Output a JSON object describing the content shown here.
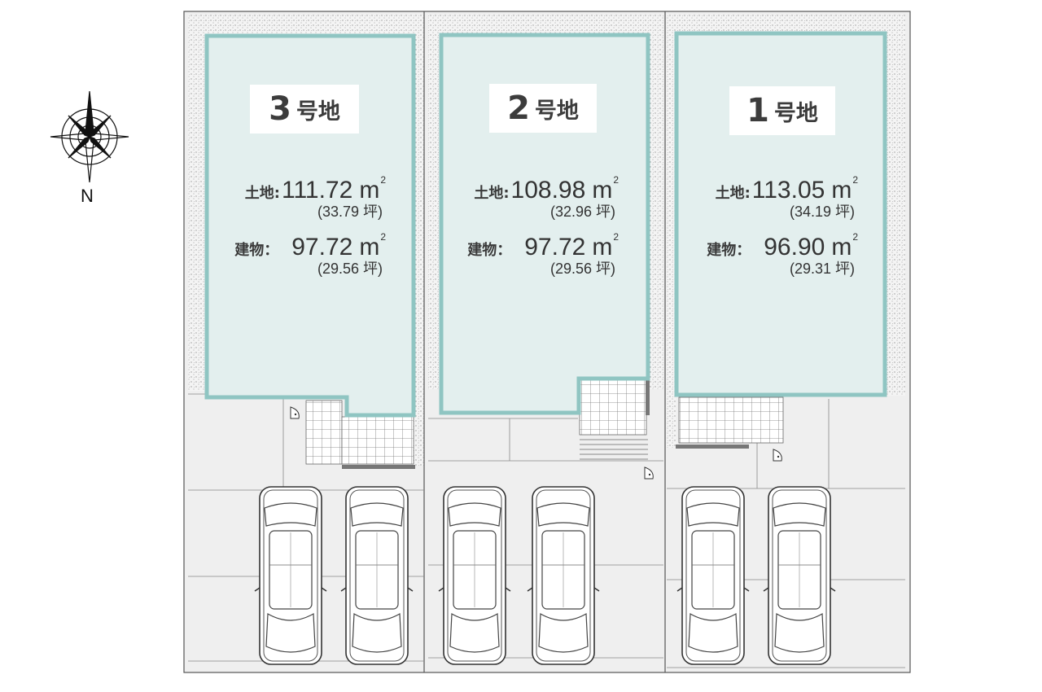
{
  "compass": {
    "north_label": "N"
  },
  "lots": [
    {
      "id": "lot3",
      "number": "3",
      "suffix": "号地",
      "land_label": "土地:",
      "land_value": "111.72",
      "land_tsubo": "(33.79 坪)",
      "building_label": "建物：",
      "building_value": "97.72",
      "building_tsubo": "(29.56 坪)"
    },
    {
      "id": "lot2",
      "number": "2",
      "suffix": "号地",
      "land_label": "土地:",
      "land_value": "108.98",
      "land_tsubo": "(32.96 坪)",
      "building_label": "建物：",
      "building_value": "97.72",
      "building_tsubo": "(29.56 坪)"
    },
    {
      "id": "lot1",
      "number": "1",
      "suffix": "号地",
      "land_label": "土地:",
      "land_value": "113.05",
      "land_tsubo": "(34.19 坪)",
      "building_label": "建物：",
      "building_value": "96.90",
      "building_tsubo": "(29.31 坪)"
    }
  ],
  "units": {
    "area": "m",
    "area_sup": "2"
  },
  "colors": {
    "building_fill": "#e3efee",
    "building_stroke": "#8fc5c2",
    "ground": "#efefef",
    "line": "#555555"
  },
  "icons": [
    "compass-rose-icon",
    "car-icon",
    "door-icon"
  ]
}
